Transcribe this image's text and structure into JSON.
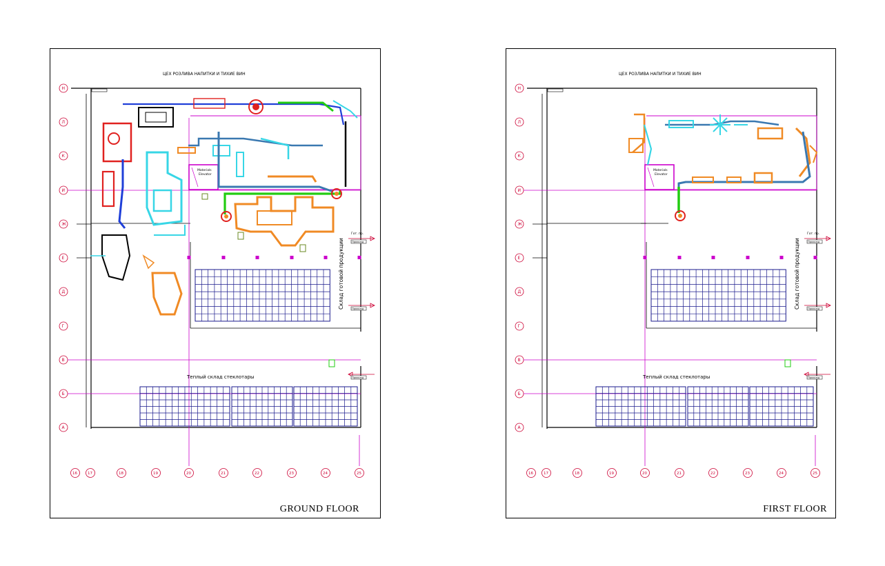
{
  "colors": {
    "grid_line": "#cc00cc",
    "axis_bubble": "#cc0033",
    "rack": "#1a1a8c",
    "equipment_orange": "#f08a24",
    "equipment_cyan": "#37d6e6",
    "equipment_red": "#e0211f",
    "equipment_blue": "#1f3fd8",
    "conveyor_green": "#22cc11",
    "conveyor_steel": "#3a78b0",
    "wall": "#000000"
  },
  "floors": [
    {
      "id": "ground",
      "title": "GROUND FLOOR",
      "header_text": "ЦЕХ РОЗЛИВА НАПИТКИ И ТИХИЕ ВИН",
      "warehouse_label": "Склад готовой продукции",
      "lower_label": "Теплый склад стеклотары",
      "elevator_label_line1": "Materials",
      "elevator_label_line2": "Elevator",
      "exit_label_top": "Гот. пр.",
      "exit_label_btn": "Прохожд",
      "row_labels": [
        "Н",
        "Л",
        "К",
        "И",
        "Ж",
        "Е",
        "Д",
        "Г",
        "В",
        "Б",
        "А"
      ],
      "col_labels": [
        "16",
        "17",
        "18",
        "19",
        "20",
        "21",
        "22",
        "23",
        "24",
        "25"
      ]
    },
    {
      "id": "first",
      "title": "FIRST FLOOR",
      "header_text": "ЦЕХ РОЗЛИВА НАПИТКИ И ТИХИЕ ВИН",
      "warehouse_label": "Склад готовой продукции",
      "lower_label": "Теплый склад стеклотары",
      "elevator_label_line1": "Materials",
      "elevator_label_line2": "Elevator",
      "exit_label_top": "Гот. пр.",
      "exit_label_btn": "Прохожд",
      "row_labels": [
        "Н",
        "Л",
        "К",
        "И",
        "Ж",
        "Е",
        "Д",
        "Г",
        "В",
        "Б",
        "А"
      ],
      "col_labels": [
        "16",
        "17",
        "18",
        "19",
        "20",
        "21",
        "22",
        "23",
        "24",
        "25"
      ]
    }
  ]
}
